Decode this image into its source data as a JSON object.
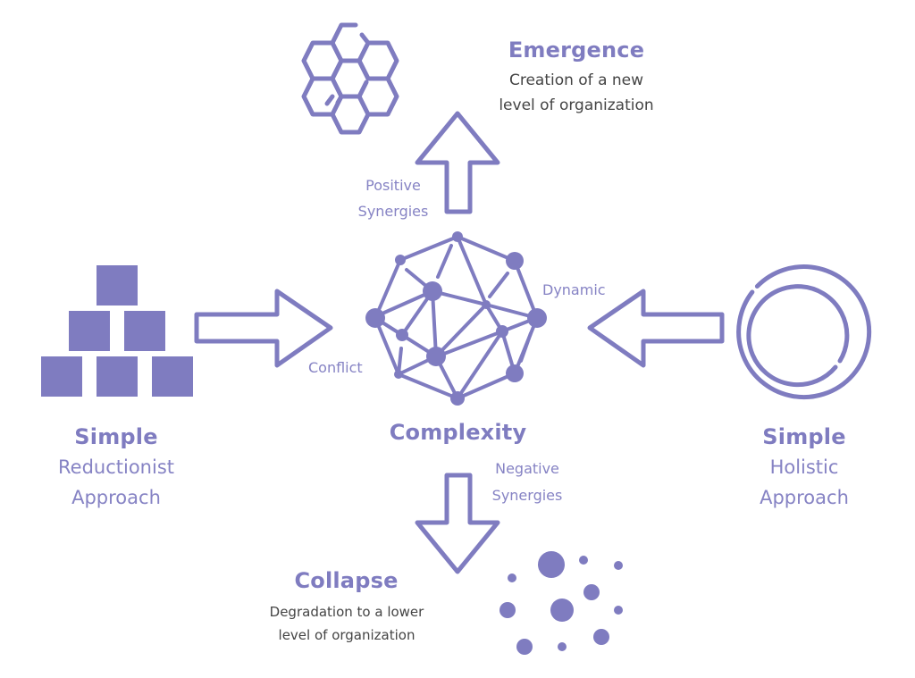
{
  "colors": {
    "accent": "#7f7cc0",
    "text_gray": "#444444",
    "background": "#ffffff"
  },
  "emergence": {
    "title": "Emergence",
    "line1": "Creation of a new",
    "line2": "level of organization",
    "icon": "hexagon-cluster-icon"
  },
  "positive": {
    "line1": "Positive",
    "line2": "Synergies"
  },
  "complexity": {
    "title": "Complexity",
    "icon": "network-graph-icon"
  },
  "conflict": "Conflict",
  "dynamic": "Dynamic",
  "negative": {
    "line1": "Negative",
    "line2": "Synergies"
  },
  "collapse": {
    "title": "Collapse",
    "line1": "Degradation to a lower",
    "line2": "level of organization",
    "icon": "scattered-dots-icon"
  },
  "reductionist": {
    "title": "Simple",
    "line1": "Reductionist",
    "line2": "Approach",
    "icon": "stacked-blocks-icon"
  },
  "holistic": {
    "title": "Simple",
    "line1": "Holistic",
    "line2": "Approach",
    "icon": "concentric-rings-icon"
  }
}
